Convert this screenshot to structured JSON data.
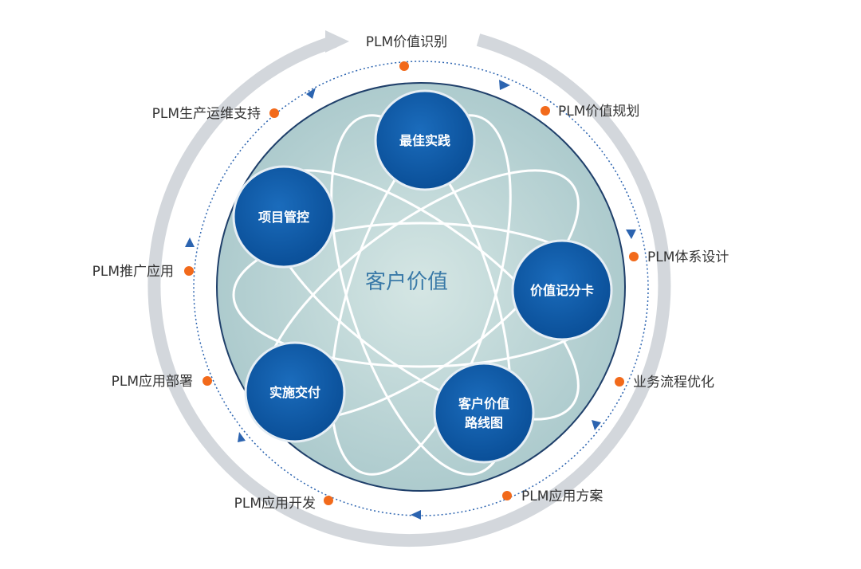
{
  "center_label": "客户价值",
  "bubbles": [
    {
      "label": "最佳实践"
    },
    {
      "label": "项目管控"
    },
    {
      "label": "价值记分卡"
    },
    {
      "label": "实施交付"
    },
    {
      "label_line1": "客户价值",
      "label_line2": "路线图"
    }
  ],
  "cycle_steps": [
    "PLM价值识别",
    "PLM价值规划",
    "PLM体系设计",
    "业务流程优化",
    "PLM应用方案",
    "PLM应用开发",
    "PLM应用部署",
    "PLM推广应用",
    "PLM生产运维支持"
  ],
  "colors": {
    "bubble": "#0d5aa7",
    "inner_circle": "#b7d3d3",
    "dot": "#f26a1b",
    "outer_ring": "#d3d7dc",
    "dotted_ring": "#2c64b0"
  }
}
